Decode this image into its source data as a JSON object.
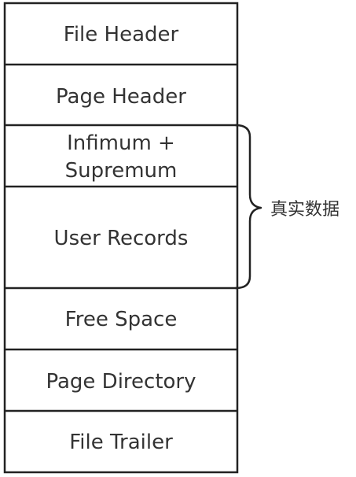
{
  "diagram": {
    "segments": [
      {
        "id": "file-header",
        "lines": [
          "File Header"
        ]
      },
      {
        "id": "page-header",
        "lines": [
          "Page Header"
        ]
      },
      {
        "id": "infimum-supremum",
        "lines": [
          "Infimum +",
          "Supremum"
        ]
      },
      {
        "id": "user-records",
        "lines": [
          "User Records"
        ]
      },
      {
        "id": "free-space",
        "lines": [
          "Free Space"
        ]
      },
      {
        "id": "page-directory",
        "lines": [
          "Page Directory"
        ]
      },
      {
        "id": "file-trailer",
        "lines": [
          "File Trailer"
        ]
      }
    ],
    "brace": {
      "label": "真实数据",
      "spans": [
        "infimum-supremum",
        "user-records"
      ]
    }
  }
}
